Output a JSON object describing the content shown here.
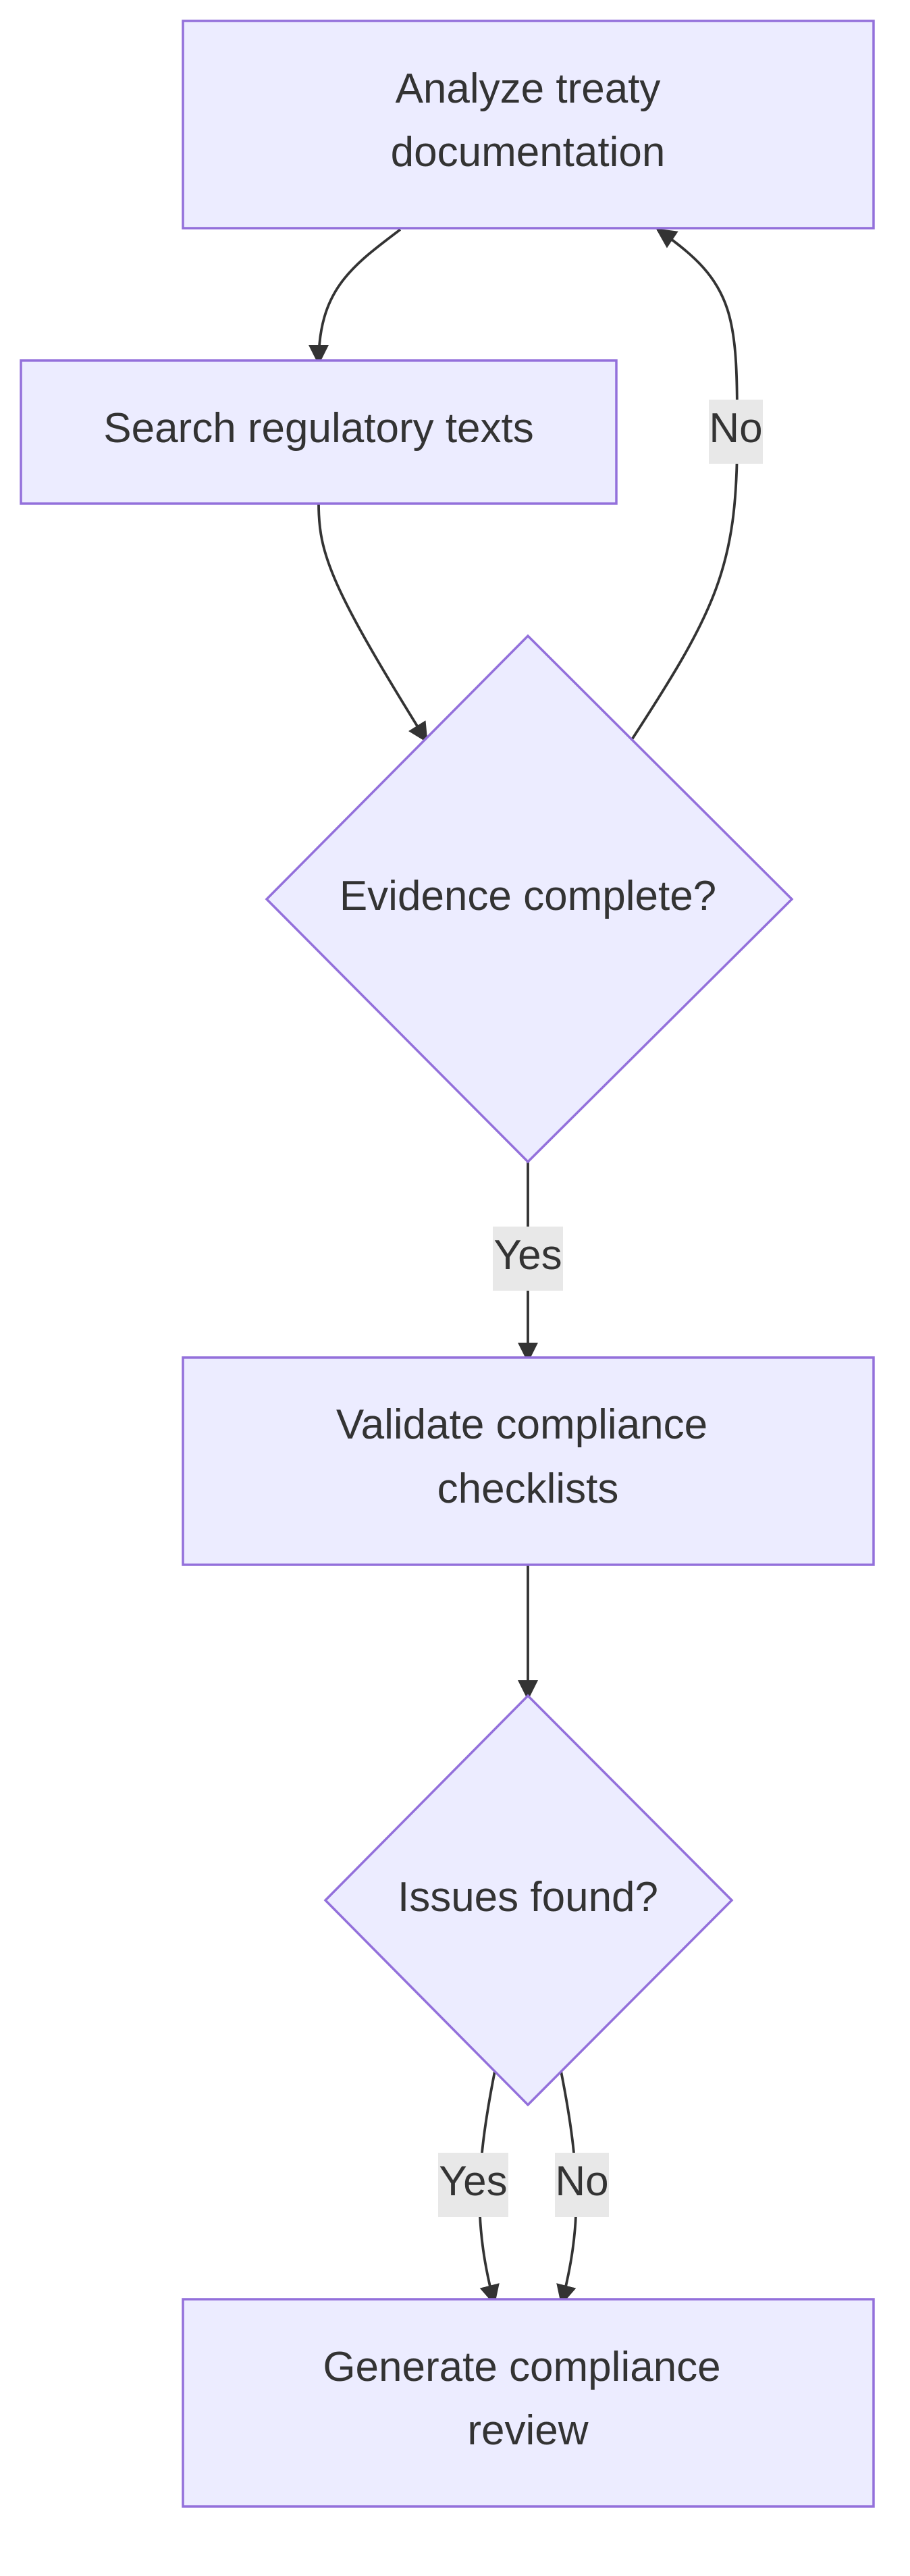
{
  "diagram": {
    "type": "flowchart",
    "colors": {
      "node_fill": "#ECECFF",
      "node_stroke": "#9370DB",
      "edge": "#333333",
      "text": "#333333",
      "label_bg": "#E8E8E8"
    },
    "nodes": {
      "analyze": {
        "line1": "Analyze treaty",
        "line2": "documentation"
      },
      "search": {
        "label": "Search regulatory texts"
      },
      "evidence": {
        "label": "Evidence complete?"
      },
      "validate": {
        "line1": "Validate compliance",
        "line2": "checklists"
      },
      "issues": {
        "label": "Issues found?"
      },
      "generate": {
        "line1": "Generate compliance",
        "line2": "review"
      }
    },
    "edges": [
      {
        "from": "analyze",
        "to": "search",
        "label": ""
      },
      {
        "from": "search",
        "to": "evidence",
        "label": ""
      },
      {
        "from": "evidence",
        "to": "analyze",
        "label": "No"
      },
      {
        "from": "evidence",
        "to": "validate",
        "label": "Yes"
      },
      {
        "from": "validate",
        "to": "issues",
        "label": ""
      },
      {
        "from": "issues",
        "to": "generate",
        "label": "Yes"
      },
      {
        "from": "issues",
        "to": "generate",
        "label": "No"
      }
    ]
  }
}
